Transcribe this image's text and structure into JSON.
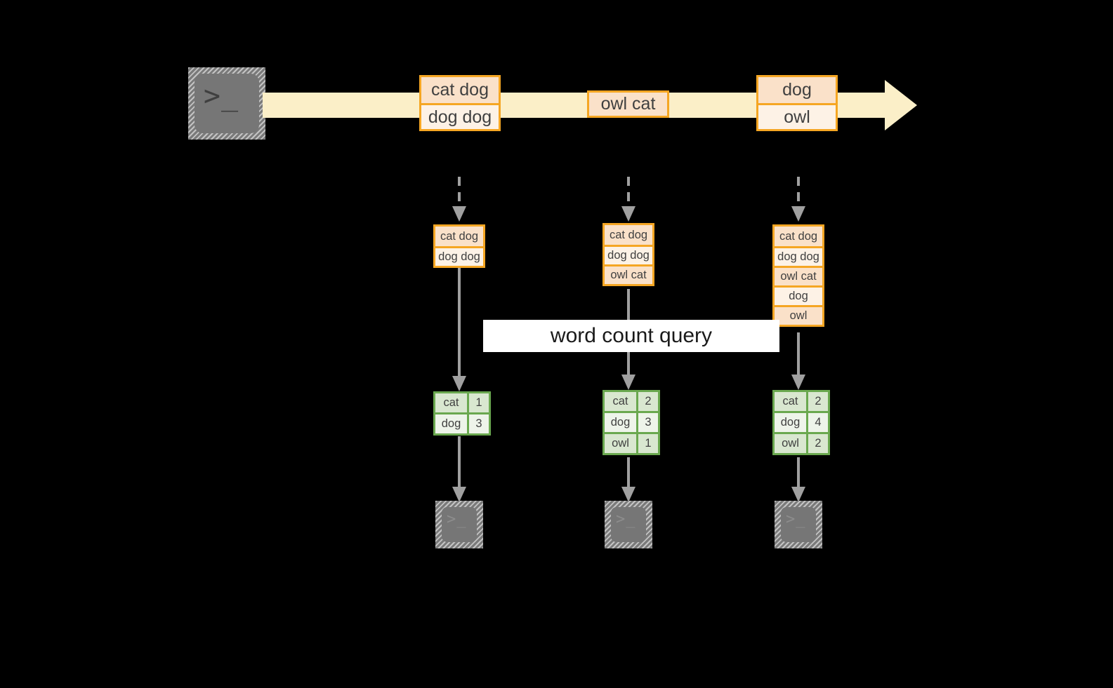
{
  "diagram": {
    "title": "word count query over a record stream",
    "colors": {
      "background": "#000000",
      "stream_arrow_fill": "#fbefc8",
      "record_border": "#f5a623",
      "record_fill_dark": "#fae1c9",
      "record_fill_light": "#fdf2e6",
      "table_border": "#6aa84f",
      "table_fill_dark": "#d9e7d0",
      "table_fill_light": "#eef4ea",
      "connector": "#a0a0a0",
      "terminal_fill": "#767676",
      "banner_fill": "#ffffff",
      "text": "#404040"
    },
    "source_terminal": {
      "icon": "terminal-icon",
      "prompt": ">_"
    },
    "stream": {
      "icon": "stream-arrow-icon",
      "records": [
        {
          "id": "rec-1",
          "rows": [
            {
              "text": "cat dog",
              "shade": "dark"
            },
            {
              "text": "dog dog",
              "shade": "light"
            }
          ]
        },
        {
          "id": "rec-2",
          "rows": [
            {
              "text": "owl cat",
              "shade": "dark"
            }
          ]
        },
        {
          "id": "rec-3",
          "rows": [
            {
              "text": "dog",
              "shade": "dark"
            },
            {
              "text": "owl",
              "shade": "light"
            }
          ]
        }
      ]
    },
    "query_banner": {
      "label": "word count query"
    },
    "columns": [
      {
        "id": "col-1",
        "input_rows": [
          {
            "text": "cat dog",
            "shade": "dark"
          },
          {
            "text": "dog dog",
            "shade": "light"
          }
        ],
        "result_header": null,
        "result_rows": [
          {
            "word": "cat",
            "count": "1",
            "shade": "dark"
          },
          {
            "word": "dog",
            "count": "3",
            "shade": "light"
          }
        ],
        "sink_terminal": {
          "icon": "terminal-icon",
          "prompt": ">_"
        }
      },
      {
        "id": "col-2",
        "input_rows": [
          {
            "text": "cat dog",
            "shade": "dark"
          },
          {
            "text": "dog dog",
            "shade": "light"
          },
          {
            "text": "owl cat",
            "shade": "dark"
          }
        ],
        "result_header": null,
        "result_rows": [
          {
            "word": "cat",
            "count": "2",
            "shade": "dark"
          },
          {
            "word": "dog",
            "count": "3",
            "shade": "light"
          },
          {
            "word": "owl",
            "count": "1",
            "shade": "dark"
          }
        ],
        "sink_terminal": {
          "icon": "terminal-icon",
          "prompt": ">_"
        }
      },
      {
        "id": "col-3",
        "input_rows": [
          {
            "text": "cat dog",
            "shade": "dark"
          },
          {
            "text": "dog dog",
            "shade": "light"
          },
          {
            "text": "owl cat",
            "shade": "dark"
          },
          {
            "text": "dog",
            "shade": "light"
          },
          {
            "text": "owl",
            "shade": "dark"
          }
        ],
        "result_header": null,
        "result_rows": [
          {
            "word": "cat",
            "count": "2",
            "shade": "dark"
          },
          {
            "word": "dog",
            "count": "4",
            "shade": "light"
          },
          {
            "word": "owl",
            "count": "2",
            "shade": "dark"
          }
        ],
        "sink_terminal": {
          "icon": "terminal-icon",
          "prompt": ">_"
        }
      }
    ]
  }
}
